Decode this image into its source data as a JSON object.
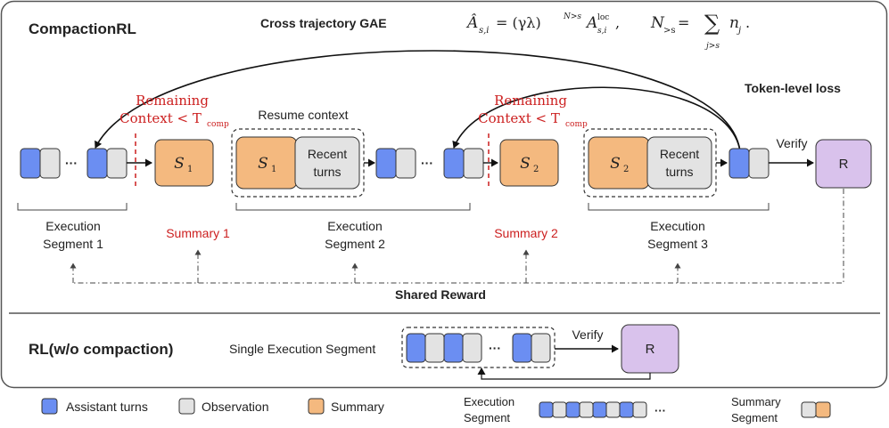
{
  "top": {
    "title": "CompactionRL",
    "gae_title": "Cross trajectory GAE",
    "token_loss": "Token-level loss",
    "remaining_1": "Remaining",
    "context_1": "Context < T",
    "sub_1": "comp",
    "remaining_2": "Remaining",
    "context_2": "Context < T",
    "sub_2": "comp",
    "resume_context": "Resume context",
    "verify": "Verify",
    "reward": "R",
    "shared_reward": "Shared Reward",
    "s1": "S",
    "s1_sub": "1",
    "s2": "S",
    "s2_sub": "2",
    "recent_turns_line1": "Recent",
    "recent_turns_line2": "turns",
    "ellipsis": "···",
    "seg1_line1": "Execution",
    "seg1_line2": "Segment 1",
    "seg2_line1": "Execution",
    "seg2_line2": "Segment 2",
    "seg3_line1": "Execution",
    "seg3_line2": "Segment 3",
    "summary1": "Summary 1",
    "summary2": "Summary 2"
  },
  "formula": {
    "a_hat": "Â",
    "a_sub": "s,i",
    "eq1": " = (γλ)",
    "exp": "N>s",
    "a_loc": "A",
    "a_loc_sup": "loc",
    "a_loc_sub": "s,i",
    "comma": ",",
    "n_gt_s": "N",
    "n_gt_s_sub": ">s",
    "eq2": " = ",
    "sum": "∑",
    "sum_sub": "j>s",
    "n_j": "n",
    "n_j_sub": "j",
    "period": "."
  },
  "bottom": {
    "title": "RL(w/o compaction)",
    "single_segment": "Single Execution Segment",
    "verify": "Verify",
    "reward": "R",
    "ellipsis": "···"
  },
  "legend": {
    "assistant": "Assistant turns",
    "observation": "Observation",
    "summary": "Summary",
    "exec_line1": "Execution",
    "exec_line2": "Segment",
    "exec_ellipsis": "···",
    "sum_line1": "Summary",
    "sum_line2": "Segment"
  },
  "colors": {
    "assistant": "#6b8ef2",
    "observation": "#e3e3e3",
    "summary": "#f4b97f",
    "reward": "#d9c2ec",
    "remaining_red": "#cc1f1f",
    "frame": "#555555"
  }
}
